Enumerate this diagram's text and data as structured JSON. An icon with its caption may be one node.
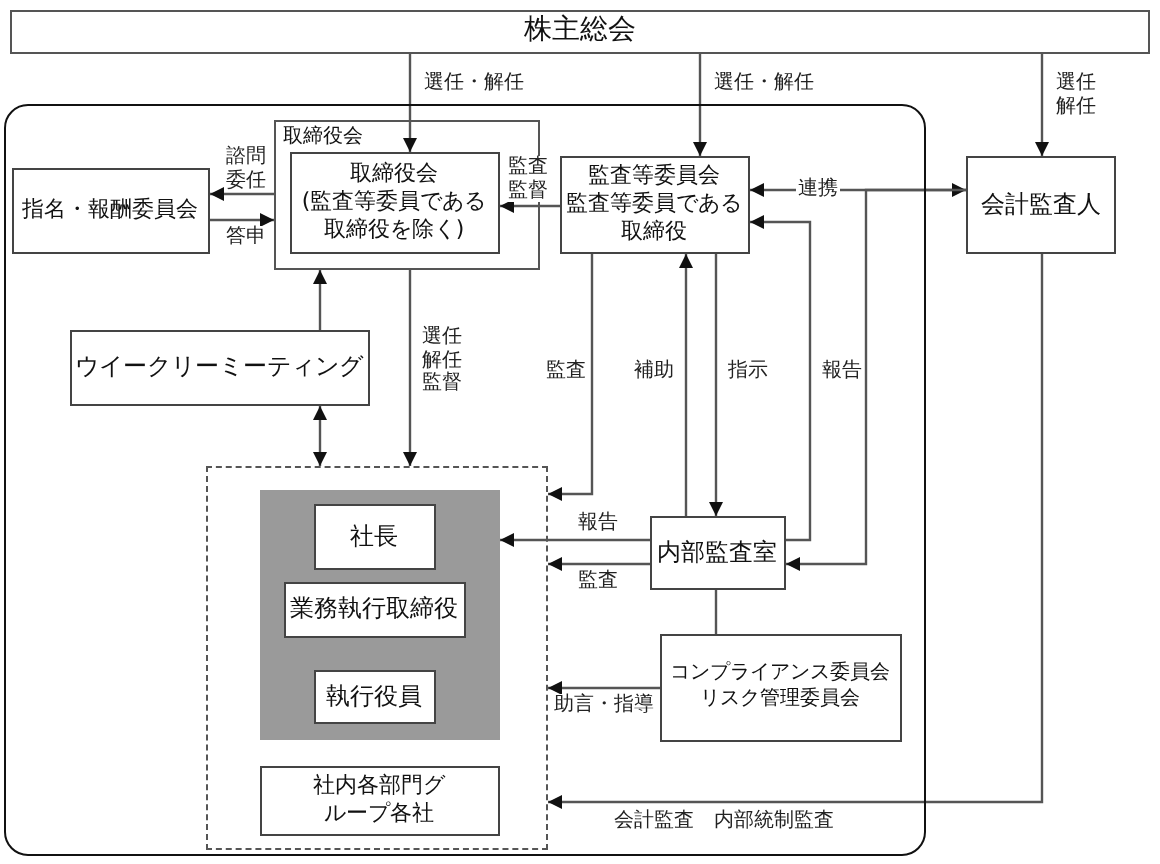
{
  "diagram": {
    "nodes": [
      {
        "text": [
          "株主総会"
        ]
      },
      {
        "text": [],
        "shape": "box"
      },
      {
        "text": [
          "取締役会"
        ],
        "in": 1
      },
      {
        "text": [
          "取締役会",
          "(監査等委員である取締役を除く)"
        ],
        "in": 2
      },
      {
        "text": [
          "指名・報酬委員会"
        ],
        "in": 1
      },
      {
        "text": [
          "監査等委員会",
          "監査等委員である取締役"
        ],
        "in": 1
      },
      {
        "text": [
          "会計監査人"
        ]
      },
      {
        "text": [
          "ウイークリーミーティング"
        ],
        "in": 1
      },
      {
        "text": [],
        "shape": "box",
        "in": 1
      },
      {
        "text": [],
        "shape": "box",
        "in": 8
      },
      {
        "text": [
          "社長"
        ],
        "in": 9
      },
      {
        "text": [
          "業務執行取締役"
        ],
        "in": 9
      },
      {
        "text": [
          "執行役員"
        ],
        "in": 9
      },
      {
        "text": [
          "社内各部門グループ各社"
        ],
        "in": 8
      },
      {
        "text": [
          "内部監査室"
        ],
        "in": 1
      },
      {
        "text": [
          "コンプライアンス委員会リスク管理委員会"
        ],
        "in": 1
      }
    ],
    "edges": [
      {
        "from": 0,
        "to": 3,
        "arrow": "to",
        "label": "選任・解任"
      },
      {
        "from": 0,
        "to": 5,
        "arrow": "to",
        "label": "選任・解任"
      },
      {
        "from": 0,
        "to": 6,
        "arrow": "to",
        "label": "選任解任"
      },
      {
        "from": 2,
        "to": 4,
        "arrow": "to",
        "label": "諮問委任"
      },
      {
        "from": 4,
        "to": 2,
        "arrow": "to",
        "label": "答申"
      },
      {
        "from": 5,
        "to": 3,
        "arrow": "to",
        "label": "監査監督"
      },
      {
        "from": 5,
        "to": 6,
        "arrow": "both",
        "label": "連携"
      },
      {
        "from": 7,
        "to": 2,
        "arrow": "to"
      },
      {
        "from": 7,
        "to": 8,
        "arrow": "both"
      },
      {
        "from": 2,
        "to": 8,
        "arrow": "to",
        "label": "選任解任監督"
      },
      {
        "from": 5,
        "to": 8,
        "arrow": "to",
        "label": "監査"
      },
      {
        "from": 14,
        "to": 5,
        "arrow": "to",
        "label": "補助"
      },
      {
        "from": 5,
        "to": 14,
        "arrow": "to",
        "label": "指示"
      },
      {
        "from": 14,
        "to": 5,
        "arrow": "to",
        "label": "報告"
      },
      {
        "from": 6,
        "to": 14,
        "arrow": "to"
      },
      {
        "from": 14,
        "to": 9,
        "arrow": "to",
        "label": "報告"
      },
      {
        "from": 14,
        "to": 8,
        "arrow": "to",
        "label": "監査"
      },
      {
        "from": 14,
        "to": 15,
        "arrow": "none"
      },
      {
        "from": 15,
        "to": 8,
        "arrow": "to",
        "label": "助言・指導"
      },
      {
        "from": 6,
        "to": 8,
        "arrow": "to",
        "label": "会計監査　内部統制監査"
      }
    ]
  }
}
